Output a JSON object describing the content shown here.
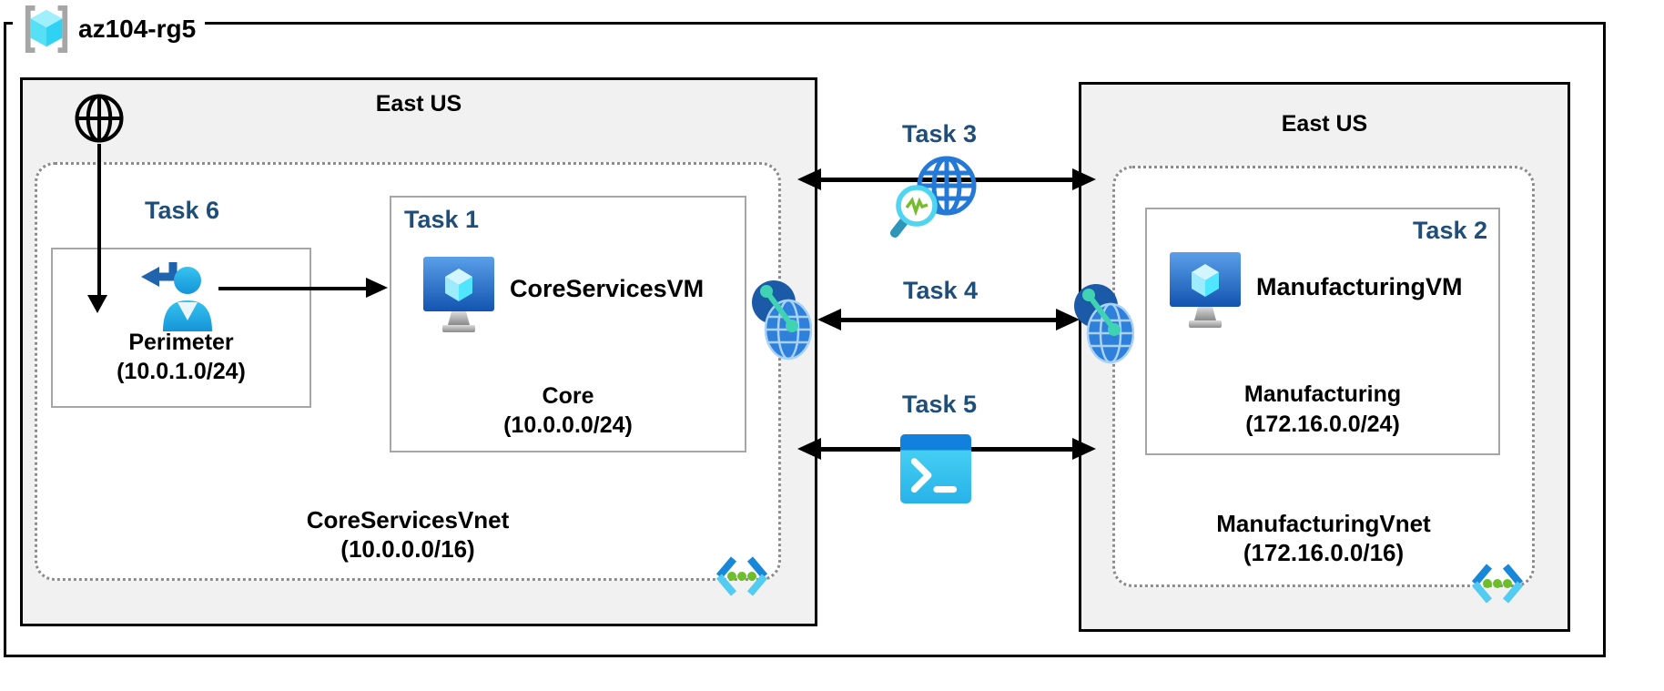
{
  "resource_group": {
    "label": "az104-rg5"
  },
  "regions": {
    "left": {
      "name": "East US",
      "vnet_name": "CoreServicesVnet",
      "vnet_cidr": "(10.0.0.0/16)",
      "perimeter_box": {
        "task_label": "Task 6",
        "name": "Perimeter",
        "cidr": "(10.0.1.0/24)"
      },
      "subnet_box": {
        "task_label": "Task 1",
        "vm_name": "CoreServicesVM",
        "subnet_name": "Core",
        "subnet_cidr": "(10.0.0.0/24)"
      }
    },
    "right": {
      "name": "East US",
      "vnet_name": "ManufacturingVnet",
      "vnet_cidr": "(172.16.0.0/16)",
      "subnet_box": {
        "task_label": "Task 2",
        "vm_name": "ManufacturingVM",
        "subnet_name": "Manufacturing",
        "subnet_cidr": "(172.16.0.0/24)"
      }
    }
  },
  "connections": {
    "task3": {
      "label": "Task 3",
      "icon": "network-watcher-icon"
    },
    "task4": {
      "label": "Task 4",
      "icon": "vnet-peering-icon"
    },
    "task5": {
      "label": "Task 5",
      "icon": "cloud-shell-icon"
    }
  },
  "icons": {
    "resource-group": "cube-with-brackets",
    "internet": "globe-outline",
    "guest-user": "person-with-return-arrow",
    "virtual-machine": "monitor-with-cube",
    "vnet-peering": "linked-globes",
    "virtual-network": "angle-brackets-with-dots",
    "network-watcher": "globe-with-magnifier-pulse",
    "cloud-shell": "terminal-window"
  },
  "colors": {
    "task_label_blue": "#1f4e79",
    "region_fill": "#f1f1f1",
    "box_border_gray": "#a6a6a6",
    "azure_blue": "#0078d4",
    "cyan_accent": "#50e6ff",
    "green_accent": "#76bc2d",
    "teal_accent": "#3fd3b3"
  }
}
